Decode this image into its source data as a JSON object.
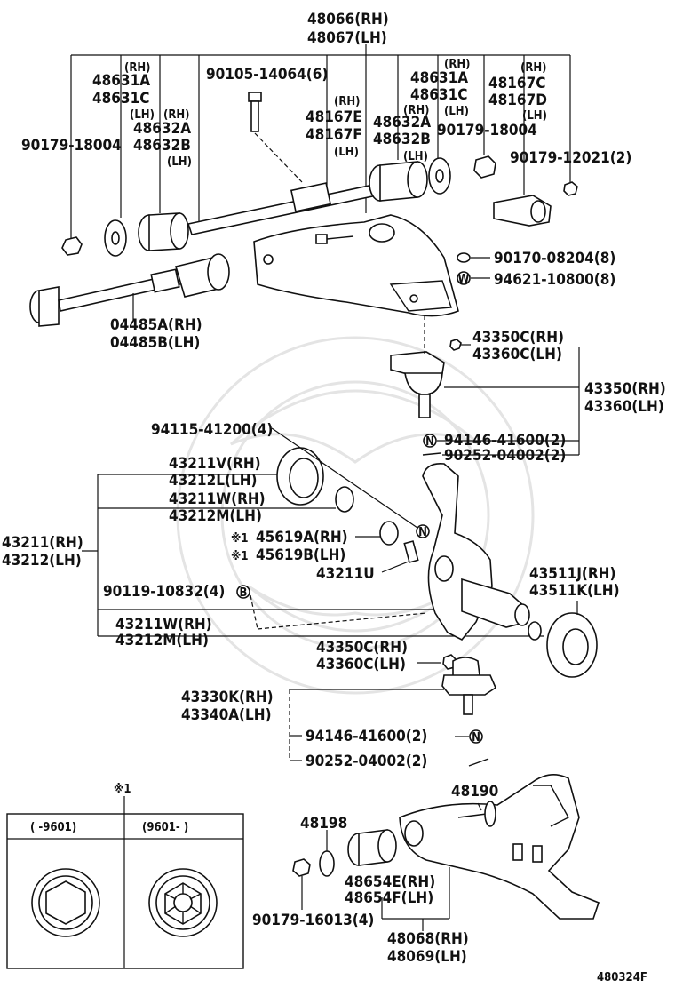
{
  "labels": {
    "l48066": "48066(RH)",
    "l48067": "48067(LH)",
    "rh1": "(RH)",
    "l48631A_1": "48631A",
    "l48631C_1": "48631C",
    "lh1": "(LH)",
    "l90105": "90105-14064(6)",
    "rh2": "(RH)",
    "l48632A_1": "48632A",
    "l48632B_1": "48632B",
    "lh2": "(LH)",
    "l90179_1": "90179-18004",
    "rh3": "(RH)",
    "l48167E": "48167E",
    "l48167F": "48167F",
    "lh3": "(LH)",
    "l48632A_2": "48632A",
    "rh4": "(RH)",
    "l48632B_2": "48632B",
    "lh4": "(LH)",
    "rh5": "(RH)",
    "l48631A_2": "48631A",
    "l48631C_2": "48631C",
    "lh5": "(LH)",
    "l90179_2": "90179-18004",
    "rh6": "(RH)",
    "l48167C": "48167C",
    "l48167D": "48167D",
    "lh6": "(LH)",
    "l90179_12021": "90179-12021(2)",
    "l90170": "90170-08204(8)",
    "l94621": "94621-10800(8)",
    "l04485A": "04485A(RH)",
    "l04485B": "04485B(LH)",
    "l43350C_1": "43350C(RH)",
    "l43360C_1": "43360C(LH)",
    "l43350": "43350(RH)",
    "l43360": "43360(LH)",
    "l94115": "94115-41200(4)",
    "l94146_1": "94146-41600(2)",
    "l90252_1": "90252-04002(2)",
    "l43211V": "43211V(RH)",
    "l43212L": "43212L(LH)",
    "l43211W_1": "43211W(RH)",
    "l43212M_1": "43212M(LH)",
    "l43211": "43211(RH)",
    "l43212": "43212(LH)",
    "star1": "※1",
    "l45619A": "45619A(RH)",
    "star2": "※1",
    "l45619B": "45619B(LH)",
    "l43211U": "43211U",
    "l43511J": "43511J(RH)",
    "l43511K": "43511K(LH)",
    "l90119": "90119-10832(4)",
    "l43211W_2": "43211W(RH)",
    "l43212M_2": "43212M(LH)",
    "l43350C_2": "43350C(RH)",
    "l43360C_2": "43360C(LH)",
    "l43330K": "43330K(RH)",
    "l43340A": "43340A(LH)",
    "l94146_2": "94146-41600(2)",
    "l90252_2": "90252-04002(2)",
    "l48190": "48190",
    "l48198": "48198",
    "l48654E": "48654E(RH)",
    "l48654F": "48654F(LH)",
    "l90179_16013": "90179-16013(4)",
    "l48068": "48068(RH)",
    "l48069": "48069(LH)",
    "inset_star": "※1",
    "inset_col1": "(     -9601)",
    "inset_col2": "(9601-     )",
    "ref": "480324F"
  },
  "icons": {
    "nut_marker": "N",
    "bolt_marker": "B",
    "washer_marker": "W"
  }
}
